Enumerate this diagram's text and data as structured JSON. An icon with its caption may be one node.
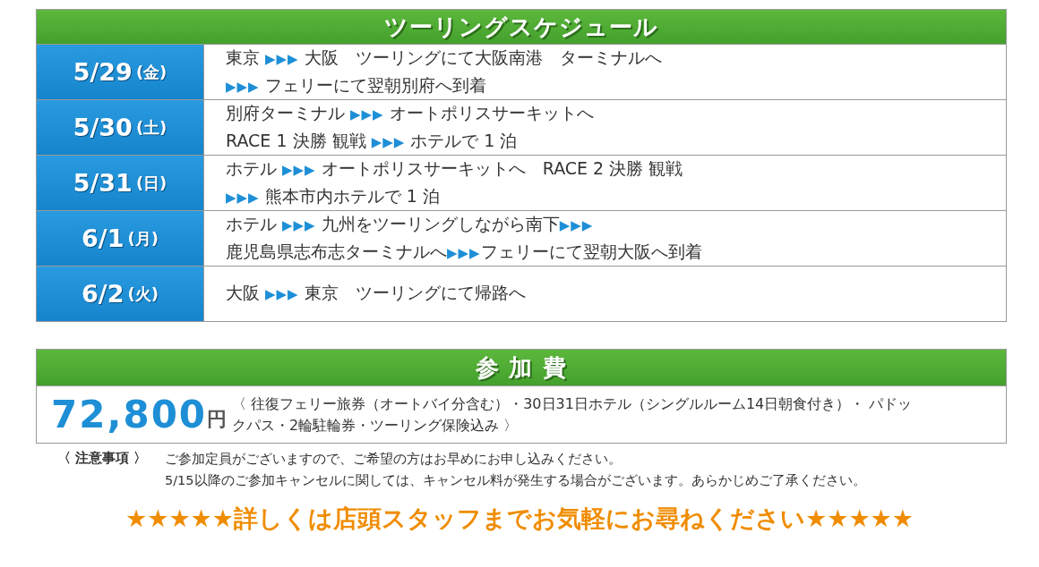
{
  "diagram": {
    "nodes": [
      {
        "text": [
          "ツーリングスケジュール"
        ]
      },
      {
        "text": [
          "5/29",
          "(金)"
        ]
      },
      {
        "text": [
          "東京 ▶▶▶ 大阪　ツーリングにて大阪南港　ターミナルへ",
          "▶▶▶ フェリーにて翌朝別府へ到着"
        ]
      },
      {
        "text": [
          "5/30",
          "(土)"
        ]
      },
      {
        "text": [
          "別府ターミナル ▶▶▶ オートポリスサーキットへ",
          "RACE 1 決勝 観戦 ▶▶▶ ホテルで 1 泊"
        ]
      },
      {
        "text": [
          "5/31",
          "(日)"
        ]
      },
      {
        "text": [
          "ホテル ▶▶▶ オートポリスサーキットへ　RACE 2 決勝 観戦",
          "▶▶▶ 熊本市内ホテルで 1 泊"
        ]
      },
      {
        "text": [
          "6/1",
          "(月)"
        ]
      },
      {
        "text": [
          "ホテル ▶▶▶ 九州をツーリングしながら南下▶▶▶",
          "鹿児島県志布志ターミナルへ▶▶▶フェリーにて翌朝大阪へ到着"
        ]
      },
      {
        "text": [
          "6/2",
          "(火)"
        ]
      },
      {
        "text": [
          "大阪 ▶▶▶ 東京　ツーリングにて帰路へ"
        ]
      },
      {
        "text": [
          "参 加 費"
        ]
      },
      {
        "text": [
          "72,800",
          "円",
          "〈 往復フェリー旅券（オートバイ分含む）・30日31日ホテル（シングルルーム14日朝食付き）・ パドックパス・2輪駐輪券・ツーリング保険込み 〉"
        ]
      }
    ],
    "labels": [
      "〈 注意事項 〉",
      "ご参加定員がございますので、ご希望の方はお早めにお申し込みください。",
      "5/15以降のご参加キャンセルに関しては、キャンセル料が発生する場合がございます。あらかじめご了承ください。",
      "★★★★★詳しくは店頭スタッフまでお気軽にお尋ねください★★★★★"
    ]
  }
}
